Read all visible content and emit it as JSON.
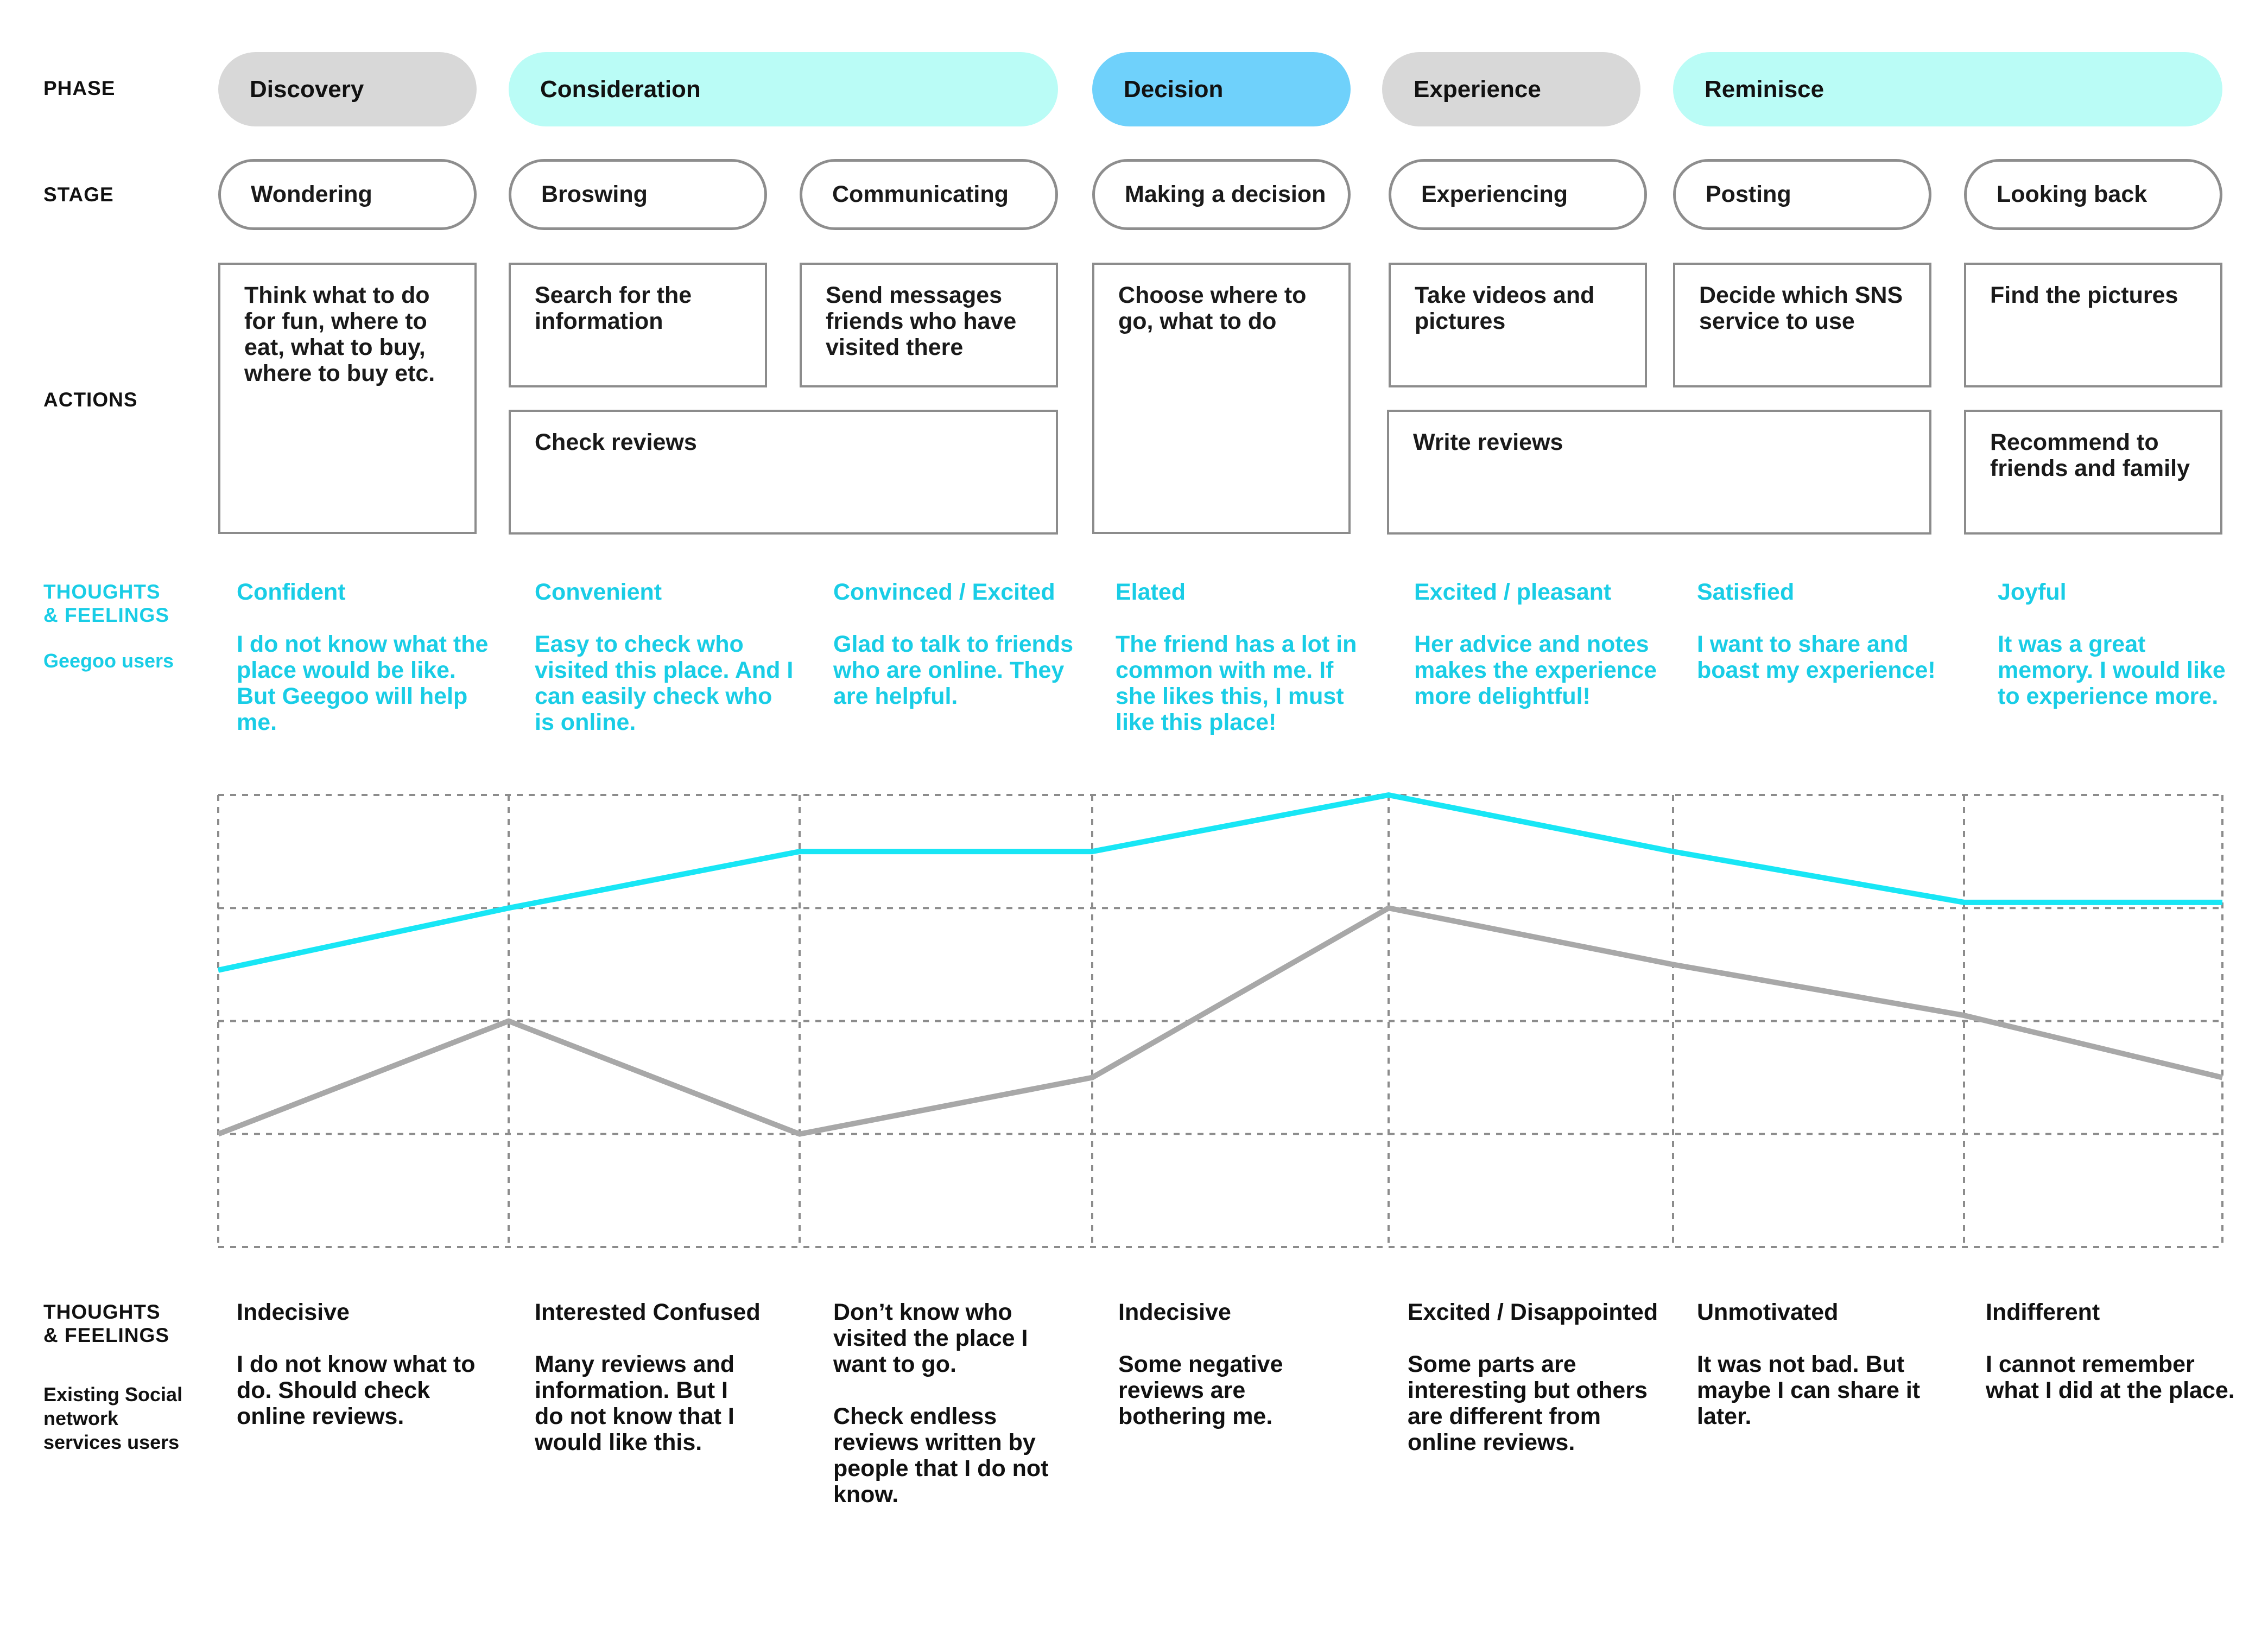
{
  "row_labels": {
    "phase": "PHASE",
    "stage": "STAGE",
    "actions": "ACTIONS",
    "thoughts_top_1": "THOUGHTS",
    "thoughts_top_2": "& FEELINGS",
    "thoughts_top_group": "Geegoo users",
    "thoughts_bottom_1": "THOUGHTS",
    "thoughts_bottom_2": "& FEELINGS",
    "thoughts_bottom_group_1": "Existing Social",
    "thoughts_bottom_group_2": "network",
    "thoughts_bottom_group_3": "services users"
  },
  "phases": [
    {
      "label": "Discovery",
      "color": "#d8d8d8"
    },
    {
      "label": "Consideration",
      "color": "#bafcf6"
    },
    {
      "label": "Decision",
      "color": "#6fd1fb"
    },
    {
      "label": "Experience",
      "color": "#d8d8d8"
    },
    {
      "label": "Reminisce",
      "color": "#bafcf6"
    }
  ],
  "stages": [
    "Wondering",
    "Broswing",
    "Communicating",
    "Making a decision",
    "Experiencing",
    "Posting",
    "Looking back"
  ],
  "actions": {
    "wondering": "Think what to do for fun, where to eat, what to buy, where to buy etc.",
    "search": "Search for the information",
    "send": "Send messages friends who have visited there",
    "check_reviews": "Check reviews",
    "choose": "Choose where to go, what to do",
    "take": "Take videos and pictures",
    "decide_sns": "Decide which SNS service to use",
    "find": "Find the pictures",
    "write_reviews": "Write reviews",
    "recommend": "Recommend to friends and family"
  },
  "geegoo_thoughts": [
    {
      "title": "Confident",
      "text": "I do not know what the place would be like. But Geegoo will help me."
    },
    {
      "title": "Convenient",
      "text": "Easy to check who visited this place. And I can easily check who is online."
    },
    {
      "title": "Convinced / Excited",
      "text": "Glad to talk to friends who are online. They are helpful."
    },
    {
      "title": "Elated",
      "text": "The friend has a lot in common with me. If she likes this, I must like this place!"
    },
    {
      "title": "Excited / pleasant",
      "text": "Her advice and notes makes the experience more delightful!"
    },
    {
      "title": "Satisfied",
      "text": "I want to share and boast my experience!"
    },
    {
      "title": "Joyful",
      "text": "It was a great memory. I would like to experience more."
    }
  ],
  "sns_thoughts": [
    {
      "title": "Indecisive",
      "text": "I do not know what to do. Should check online reviews."
    },
    {
      "title": "Interested Confused",
      "text": "Many reviews and information. But I do not know that I would like this."
    },
    {
      "title": "Don’t know who visited the place I want to go.",
      "text": "Check endless reviews written by people that I do not know."
    },
    {
      "title": "Indecisive",
      "text": "Some negative reviews are bothering me."
    },
    {
      "title": "Excited / Disappointed",
      "text": "Some parts are interesting but others are different from online reviews."
    },
    {
      "title": "Unmotivated",
      "text": "It was not bad. But maybe I can share it later."
    },
    {
      "title": "Indifferent",
      "text": "I cannot remember what I did at the place."
    }
  ],
  "emotion_curves": {
    "scale_levels": 4,
    "colors": {
      "geegoo": "#18e6f5",
      "sns": "#a8a8a8"
    },
    "geegoo": [
      2.45,
      3.0,
      3.5,
      3.5,
      4.0,
      3.5,
      3.05,
      3.05
    ],
    "sns": [
      1.0,
      2.0,
      1.0,
      1.5,
      3.0,
      2.5,
      2.05,
      1.5
    ]
  }
}
